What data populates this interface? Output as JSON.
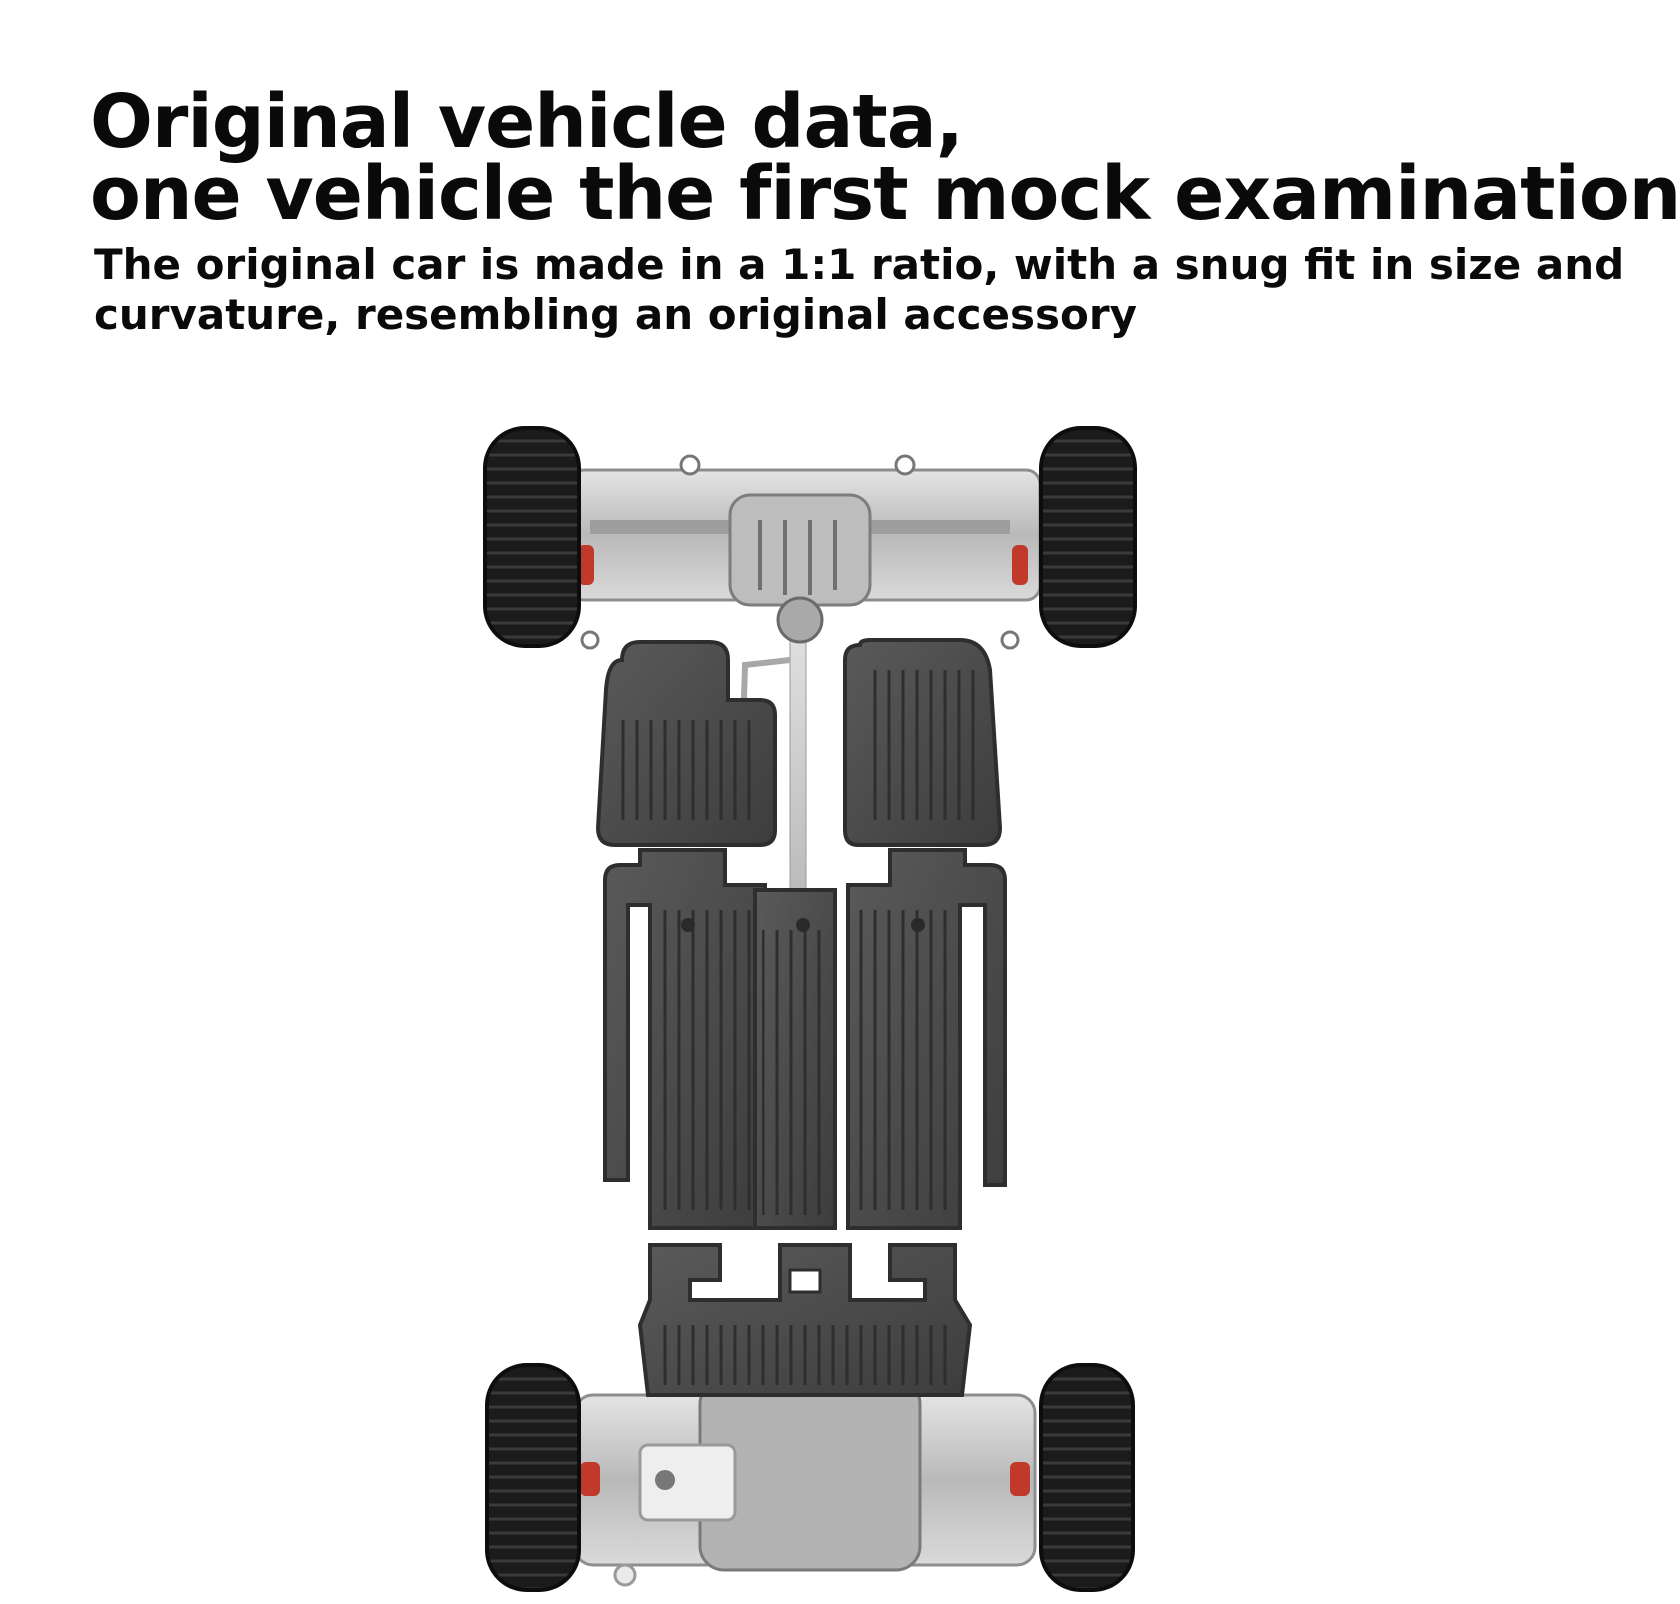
{
  "headline": {
    "line1": "Original vehicle data,",
    "line2": "one vehicle the first mock examination"
  },
  "subline": {
    "line1": "The original car is made in a 1:1 ratio, with a snug fit in size and",
    "line2": "curvature, resembling an original accessory"
  },
  "colors": {
    "mat": "#4a4a4a",
    "mat_edge": "#2f2f2f",
    "tire": "#1a1a1a",
    "chassis": "#c8c8c8",
    "spring": "#c0392b"
  }
}
